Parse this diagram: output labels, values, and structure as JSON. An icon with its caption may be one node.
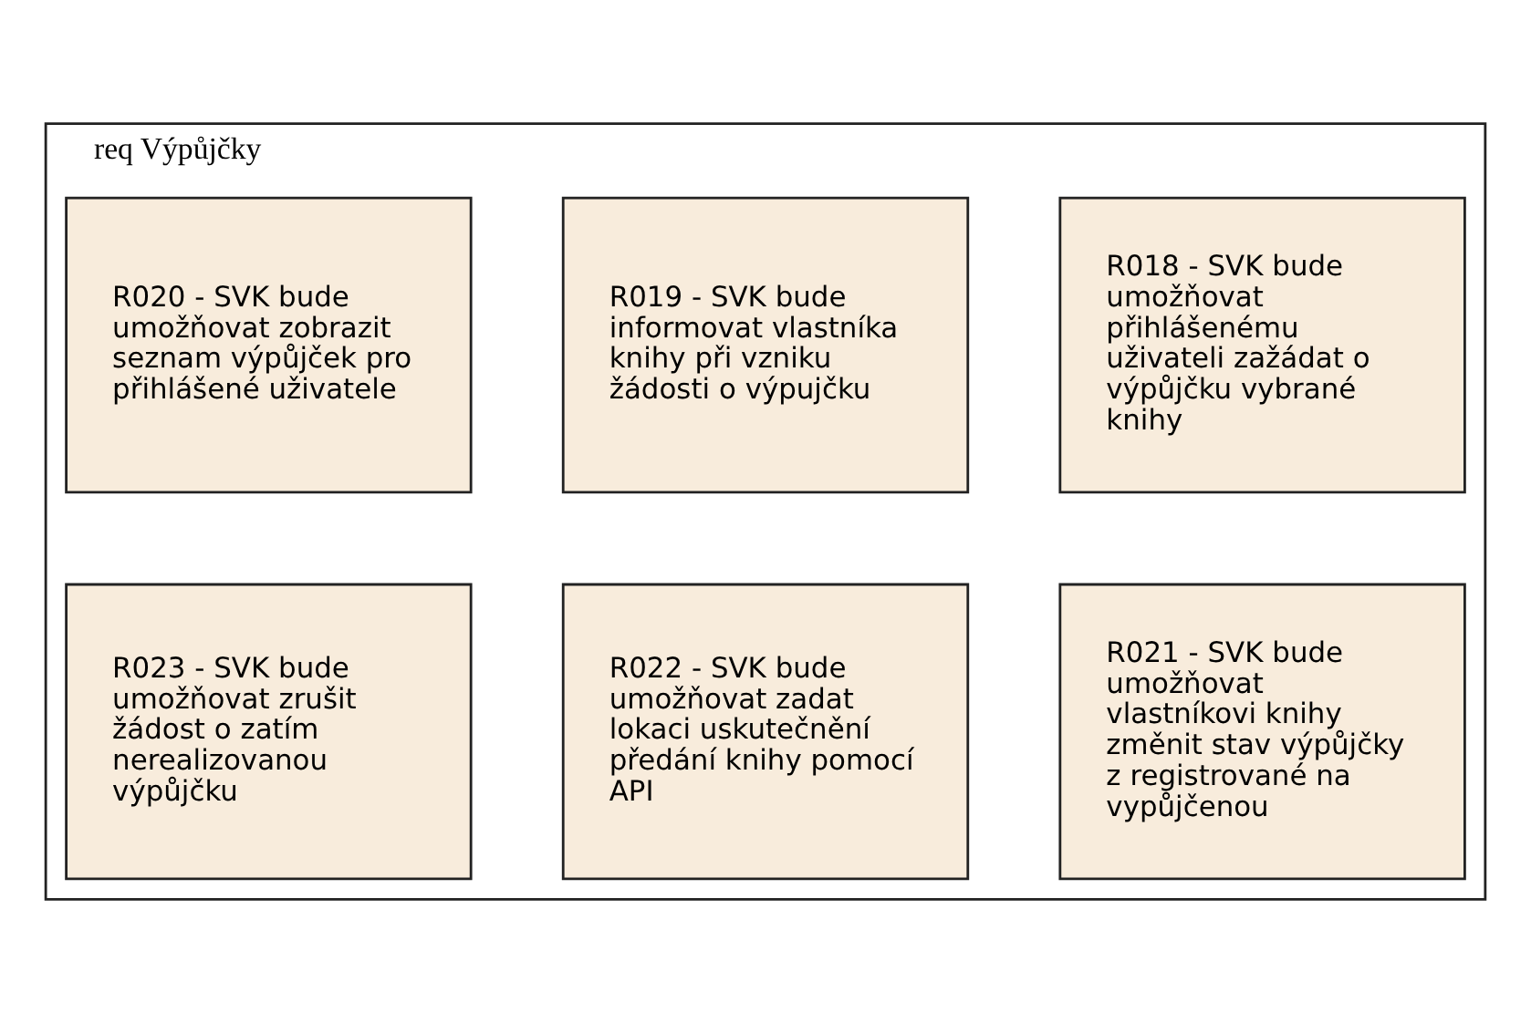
{
  "diagram": {
    "nodes": [
      {
        "text": [
          "req Výpůjčky"
        ]
      },
      {
        "text": [
          "R018 - SVK bude umožňovat přihlášenému uživateli zažádat o výpůjčku vybrané knihy"
        ],
        "in": 0
      },
      {
        "text": [
          "R019 - SVK bude informovat vlastníka knihy při vzniku žádosti o výpujčku"
        ],
        "in": 0
      },
      {
        "text": [
          "R020 - SVK bude umožňovat zobrazit seznam výpůjček pro přihlášené uživatele"
        ],
        "in": 0
      },
      {
        "text": [
          "R021 - SVK bude umožňovat vlastníkovi knihy změnit stav výpůjčky z registrované na vypůjčenou"
        ],
        "in": 0
      },
      {
        "text": [
          "R022 - SVK bude umožňovat zadat lokaci uskutečnění předání knihy pomocí API"
        ],
        "in": 0
      },
      {
        "text": [
          "R023 - SVK bude umožňovat zrušit žádost o zatím nerealizovanou výpůjčku"
        ],
        "in": 0
      }
    ],
    "edges": []
  }
}
